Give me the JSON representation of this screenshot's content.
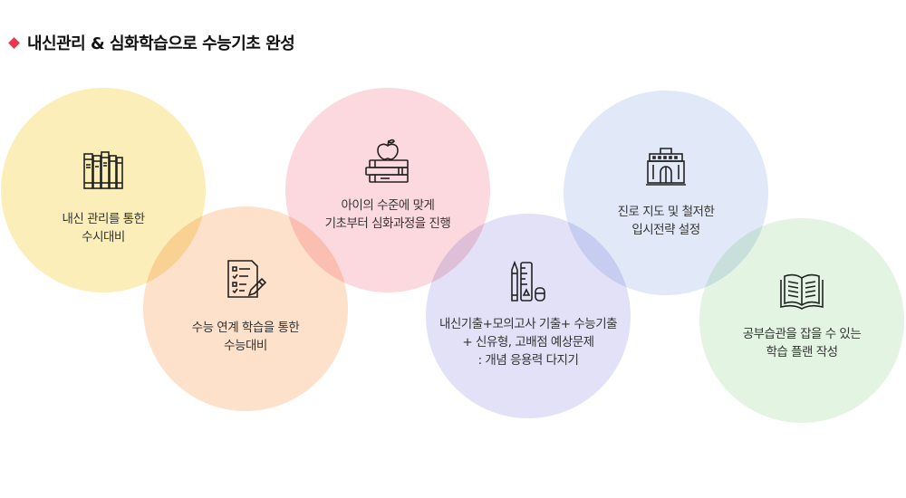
{
  "header": {
    "title": "내신관리 & 심화학습으로 수능기초 완성",
    "accent_color": "#e8374d"
  },
  "items": [
    {
      "icon": "books-shelf-icon",
      "color": "#fbeeb9",
      "lines": [
        "내신 관리를 통한",
        "수시대비"
      ]
    },
    {
      "icon": "checklist-pencil-icon",
      "color": "#fde1cb",
      "lines": [
        "수능 연계 학습을 통한",
        "수능대비"
      ]
    },
    {
      "icon": "apple-books-icon",
      "color": "#fcd9df",
      "lines": [
        "아이의 수준에 맞게",
        "기초부터 심화과정을 진행"
      ]
    },
    {
      "icon": "stationery-icon",
      "color": "#e2e1f7",
      "lines": [
        "내신기출+모의고사 기출+ 수능기출",
        "+ 신유형, 고배점 예상문제",
        ": 개념 응용력 다지기"
      ]
    },
    {
      "icon": "school-building-icon",
      "color": "#e1e9f8",
      "lines": [
        "진로 지도 및 철저한",
        "입시전략 설정"
      ]
    },
    {
      "icon": "open-book-icon",
      "color": "#e3f4e2",
      "lines": [
        "공부습관을 잡을 수 있는",
        "학습 플랜 작성"
      ]
    }
  ]
}
